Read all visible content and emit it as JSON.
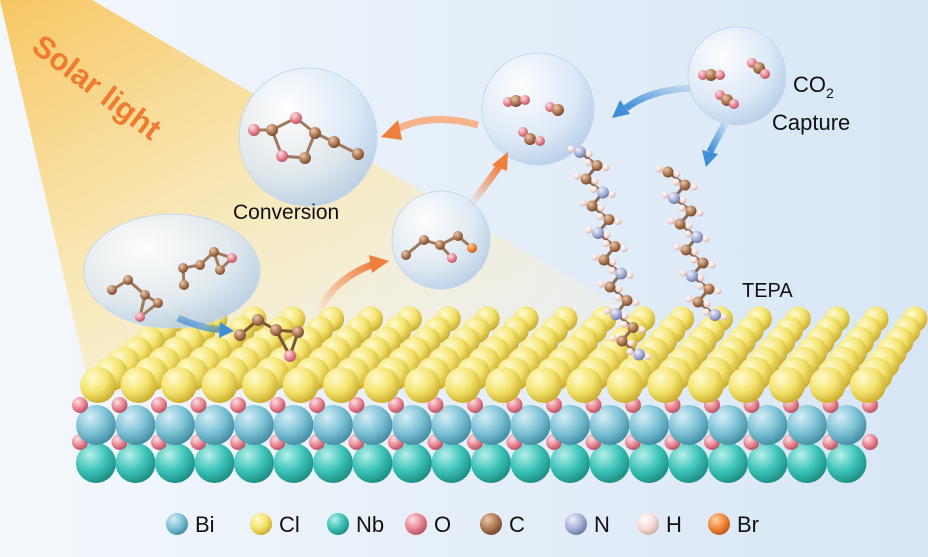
{
  "labels": {
    "solar": "Solar light",
    "conversion": "Conversion",
    "capture_base": "CO",
    "capture_sub": "2",
    "capture_line2": "Capture",
    "tepa": "TEPA"
  },
  "legend": [
    {
      "symbol": "Bi",
      "color": "#7cc2d6"
    },
    {
      "symbol": "Cl",
      "color": "#f3e36c"
    },
    {
      "symbol": "Nb",
      "color": "#3cc3b9"
    },
    {
      "symbol": "O",
      "color": "#e98793"
    },
    {
      "symbol": "C",
      "color": "#b17a55"
    },
    {
      "symbol": "N",
      "color": "#a9b2d8"
    },
    {
      "symbol": "H",
      "color": "#f5d9d3"
    },
    {
      "symbol": "Br",
      "color": "#f0893e"
    }
  ],
  "colors": {
    "solar_text": "#f07a2e",
    "arrow_orange": "#ef7f3c",
    "arrow_blue": "#3f8fd6"
  }
}
